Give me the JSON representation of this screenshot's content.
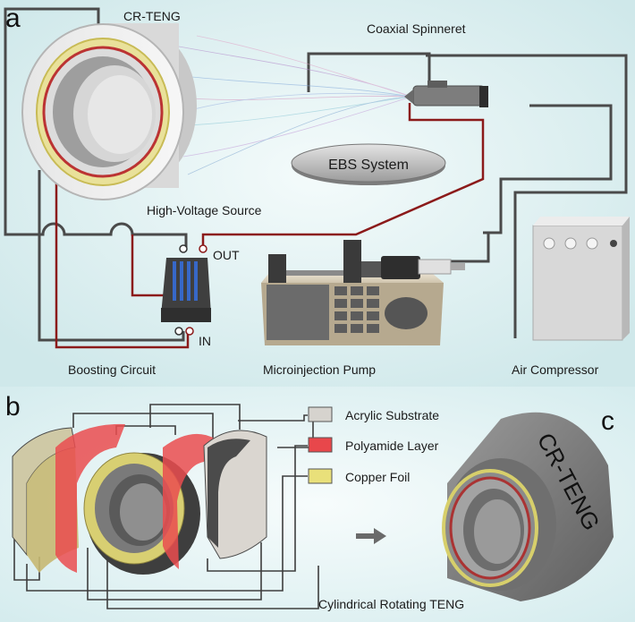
{
  "panel_a": {
    "letter": "a",
    "labels": {
      "cr_teng": "CR-TENG",
      "coaxial_spinneret": "Coaxial Spinneret",
      "ebs_system": "EBS System",
      "high_voltage_source": "High-Voltage Source",
      "out": "OUT",
      "in": "IN",
      "boosting_circuit": "Boosting Circuit",
      "microinjection_pump": "Microinjection Pump",
      "air_compressor": "Air Compressor"
    }
  },
  "panel_b": {
    "letter": "b",
    "legend": [
      {
        "label": "Acrylic Substrate",
        "color": "#d6d3ce"
      },
      {
        "label": "Polyamide Layer",
        "color": "#e8474b"
      },
      {
        "label": "Copper Foil",
        "color": "#e9e07a"
      }
    ],
    "caption": "Cylindrical Rotating TENG"
  },
  "panel_c": {
    "letter": "c",
    "device_text": "CR-TENG"
  },
  "colors": {
    "wire_dark": "#4a4a4a",
    "wire_red": "#8b1a1a",
    "background_top": "#d9eef0",
    "body_gray": "#8c8c8c"
  }
}
